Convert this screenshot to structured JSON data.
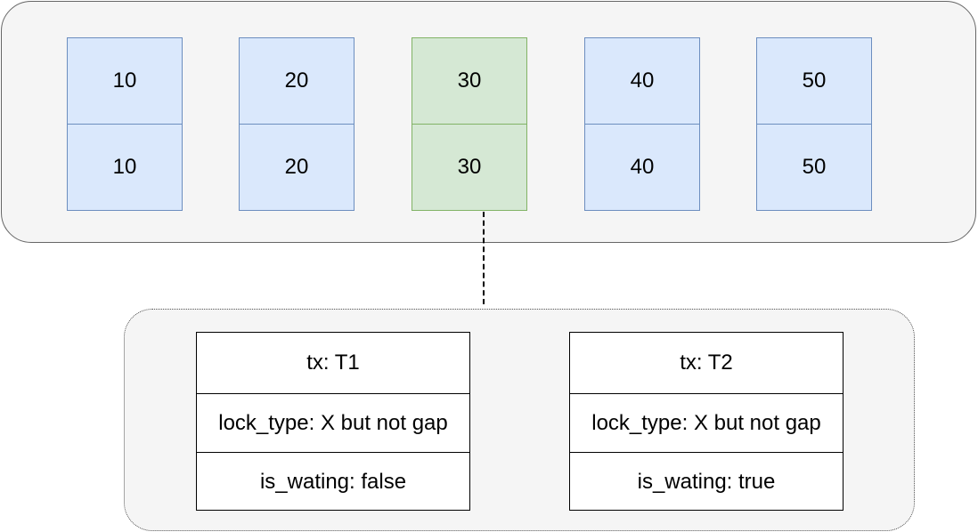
{
  "index_records": [
    {
      "key": "10",
      "value": "10",
      "highlighted": false
    },
    {
      "key": "20",
      "value": "20",
      "highlighted": false
    },
    {
      "key": "30",
      "value": "30",
      "highlighted": true
    },
    {
      "key": "40",
      "value": "40",
      "highlighted": false
    },
    {
      "key": "50",
      "value": "50",
      "highlighted": false
    }
  ],
  "lock_structs": [
    {
      "tx": "tx: T1",
      "lock_type": "lock_type: X but not gap",
      "is_waiting": "is_wating: false"
    },
    {
      "tx": "tx: T2",
      "lock_type": "lock_type: X but not gap",
      "is_waiting": "is_wating: true"
    }
  ],
  "colors": {
    "record_fill": "#dae8fc",
    "record_border": "#6c8ebf",
    "highlight_fill": "#d5e8d4",
    "highlight_border": "#82b366",
    "panel_fill": "#f5f5f5"
  }
}
